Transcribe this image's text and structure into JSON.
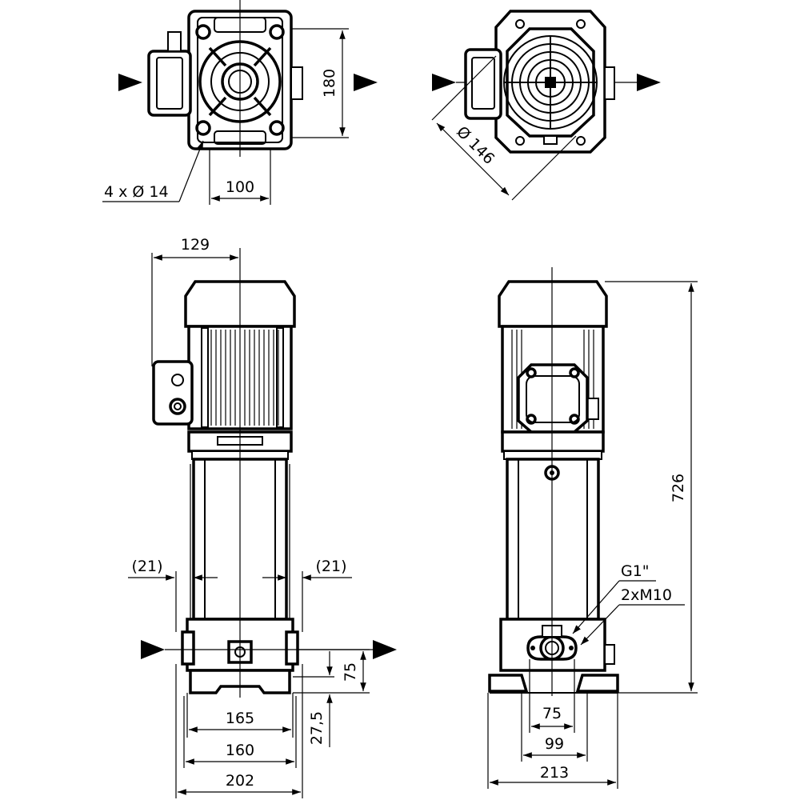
{
  "views": {
    "top_left": {
      "dim_width": "100",
      "dim_height": "180",
      "dim_holes": "4 x Ø 14"
    },
    "top_right": {
      "dim_diameter": "Ø 146"
    },
    "front": {
      "dim_terminal_offset": "129",
      "dim_flange_left": "(21)",
      "dim_flange_right": "(21)",
      "dim_inlet_height": "75",
      "dim_foot_height": "27,5",
      "dim_165": "165",
      "dim_160": "160",
      "dim_202": "202"
    },
    "side": {
      "dim_total_height": "726",
      "label_thread": "G1\"",
      "label_bolts": "2xM10",
      "dim_75": "75",
      "dim_99": "99",
      "dim_213": "213"
    }
  },
  "icons": [
    "flow-direction-arrow-icon"
  ]
}
